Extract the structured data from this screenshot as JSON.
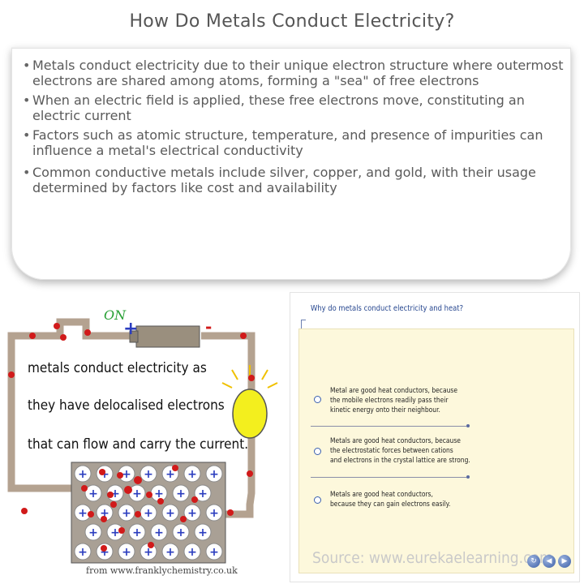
{
  "title": "How Do Metals Conduct Electricity?",
  "bullets": [
    "Metals conduct electricity due to their unique electron structure where outermost electrons are shared among atoms, forming a \"sea\" of free electrons",
    "When an electric field is applied, these free electrons move, constituting an electric current",
    "Factors such as atomic structure, temperature, and presence of impurities can influence a metal's electrical conductivity",
    "Common conductive metals include silver, copper, and gold, with their usage determined by factors like cost and availability"
  ],
  "circuit": {
    "switch_label": "ON",
    "positive_sign": "+",
    "negative_sign": "-",
    "ion_sign": "+",
    "caption_lines": [
      "metals conduct electricity as",
      "they have delocalised electrons",
      "that can flow and carry the current."
    ],
    "credit": "from www.franklychemistry.co.uk",
    "colors": {
      "wire": "#b4a290",
      "electron": "#d11a1a",
      "bulb": "#f3ef1e",
      "ion": "#2b3dbf",
      "lattice": "#a9a095",
      "battery": "#9a8f7e"
    }
  },
  "quiz": {
    "question": "Why do metals conduct electricity and heat?",
    "options": [
      [
        "Metal are good heat conductors, because",
        "the mobile electrons readily pass their",
        "kinetic energy onto their neighbour."
      ],
      [
        "Metals are good heat conductors, because",
        "the electrostatic forces between cations",
        "and electrons in the crystal lattice are strong."
      ],
      [
        "Metals are good heat conductors,",
        "because they can gain electrons easily."
      ]
    ],
    "source": "Source: www.eurekaelearning.com",
    "colors": {
      "panel": "#fdf8dc",
      "question": "#26468f",
      "radio": "#3a5fae"
    }
  }
}
